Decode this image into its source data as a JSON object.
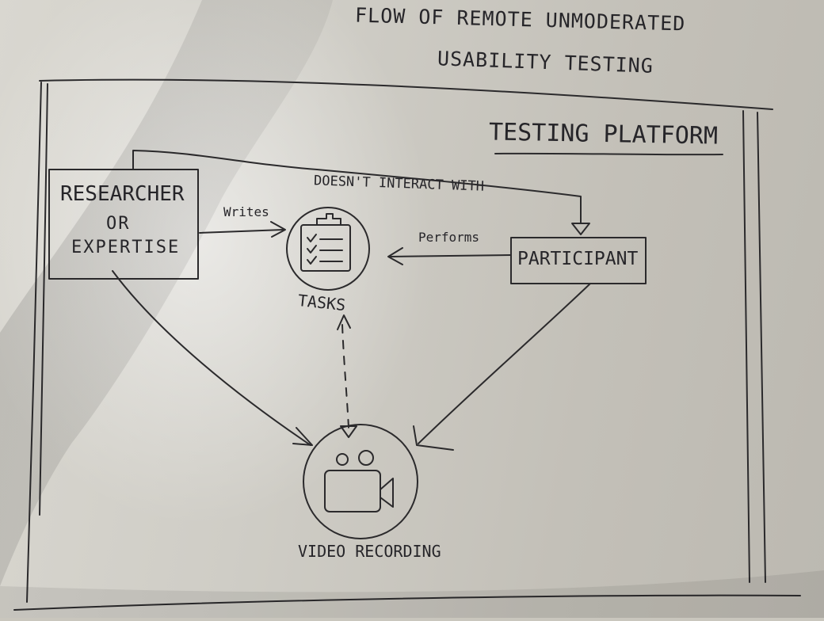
{
  "title_line1": "FLOW OF REMOTE UNMODERATED",
  "title_line2": "USABILITY TESTING",
  "platform_label": "TESTING PLATFORM",
  "researcher": {
    "line1": "RESEARCHER",
    "line2": "OR",
    "line3": "EXPERTISE"
  },
  "participant_label": "PARTICIPANT",
  "tasks_label": "TASKS",
  "video_label": "VIDEO RECORDING",
  "edges": {
    "writes": "Writes",
    "performs": "Performs",
    "no_interaction": "DOESN'T INTERACT WITH"
  },
  "icons": {
    "tasks": "clipboard-checklist-icon",
    "video": "video-camera-icon"
  },
  "colors": {
    "ink": "#2b2a2c",
    "paper": "#d4d2ca"
  }
}
